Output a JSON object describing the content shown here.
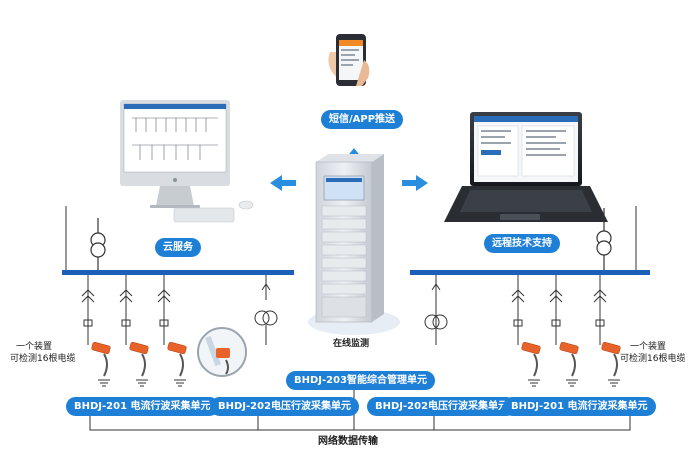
{
  "labels": {
    "sms_app": "短信/APP推送",
    "cloud": "云服务",
    "remote": "远程技术支持",
    "monitor": "在线监测",
    "bhdj203": "BHDJ-203智能综合管理单元",
    "bhdj201": "BHDJ-201 电流行波采集单元",
    "bhdj202_left": "BHDJ-202电压行波采集单元",
    "bhdj202_right": "BHDJ-202电压行波采集单元",
    "bhdj201_right": "BHDJ-201 电流行波采集单元",
    "network": "网络数据传输"
  },
  "notes": {
    "left": [
      "一个装置",
      "可检测16根电缆"
    ],
    "right": [
      "一个装置",
      "可检测16根电缆"
    ]
  },
  "colors": {
    "accent_blue": "#1e7fd6",
    "bus_blue": "#1b5fb8",
    "sensor_orange": "#e8622a",
    "ellipse": "#e9eef4"
  }
}
